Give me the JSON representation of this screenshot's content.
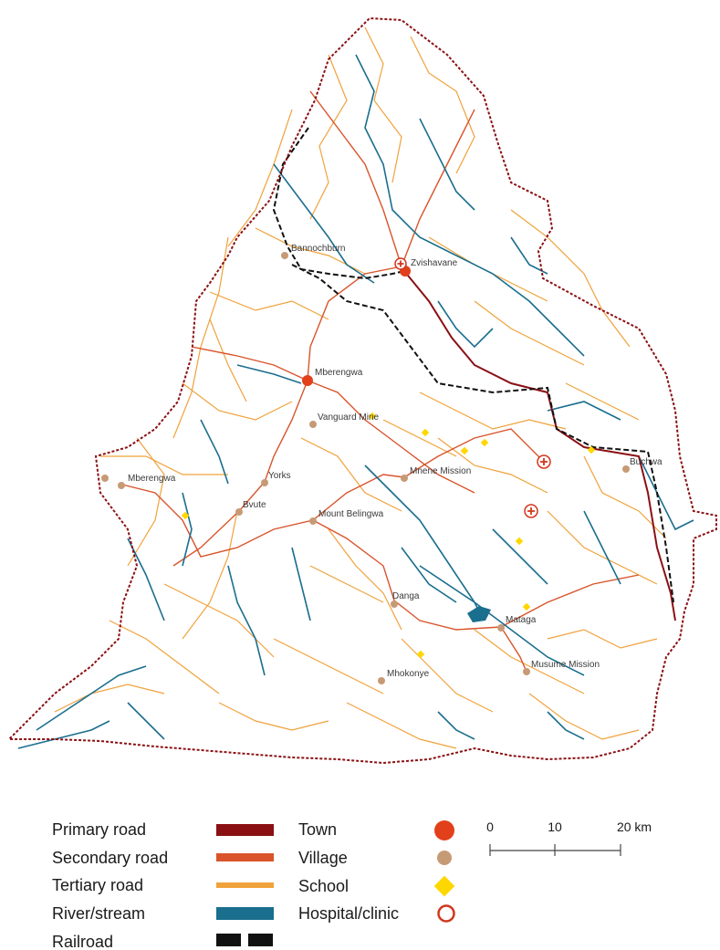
{
  "colors": {
    "primary_road": "#8b1014",
    "secondary_road": "#d9542b",
    "tertiary_road": "#f0a23c",
    "river": "#1a6e8e",
    "railroad": "#111111",
    "boundary": "#8b1014",
    "town": "#e2401b",
    "village": "#c79a76",
    "school": "#ffd700",
    "hospital": "#d2361c"
  },
  "places": {
    "bannochburn": "Bannochburn",
    "zvishavane": "Zvishavane",
    "mberengwa_town": "Mberengwa",
    "vanguard_mine": "Vanguard Mine",
    "mberengwa_west": "Mberengwa",
    "yorks": "Yorks",
    "bvute": "Bvute",
    "mount_belingwa": "Mount Belingwa",
    "mnene_mission": "Mnene Mission",
    "buchwa": "Buchwa",
    "danga": "Danga",
    "mataga": "Mataga",
    "mhokonye": "Mhokonye",
    "musume_mission": "Musume Mission"
  },
  "legend": {
    "primary_road": "Primary road",
    "secondary_road": "Secondary road",
    "tertiary_road": "Tertiary road",
    "river": "River/stream",
    "railroad": "Railroad",
    "town": "Town",
    "village": "Village",
    "school": "School",
    "hospital": "Hospital/clinic"
  },
  "scale": {
    "tick_0": "0",
    "tick_10": "10",
    "tick_20": "20 km"
  }
}
